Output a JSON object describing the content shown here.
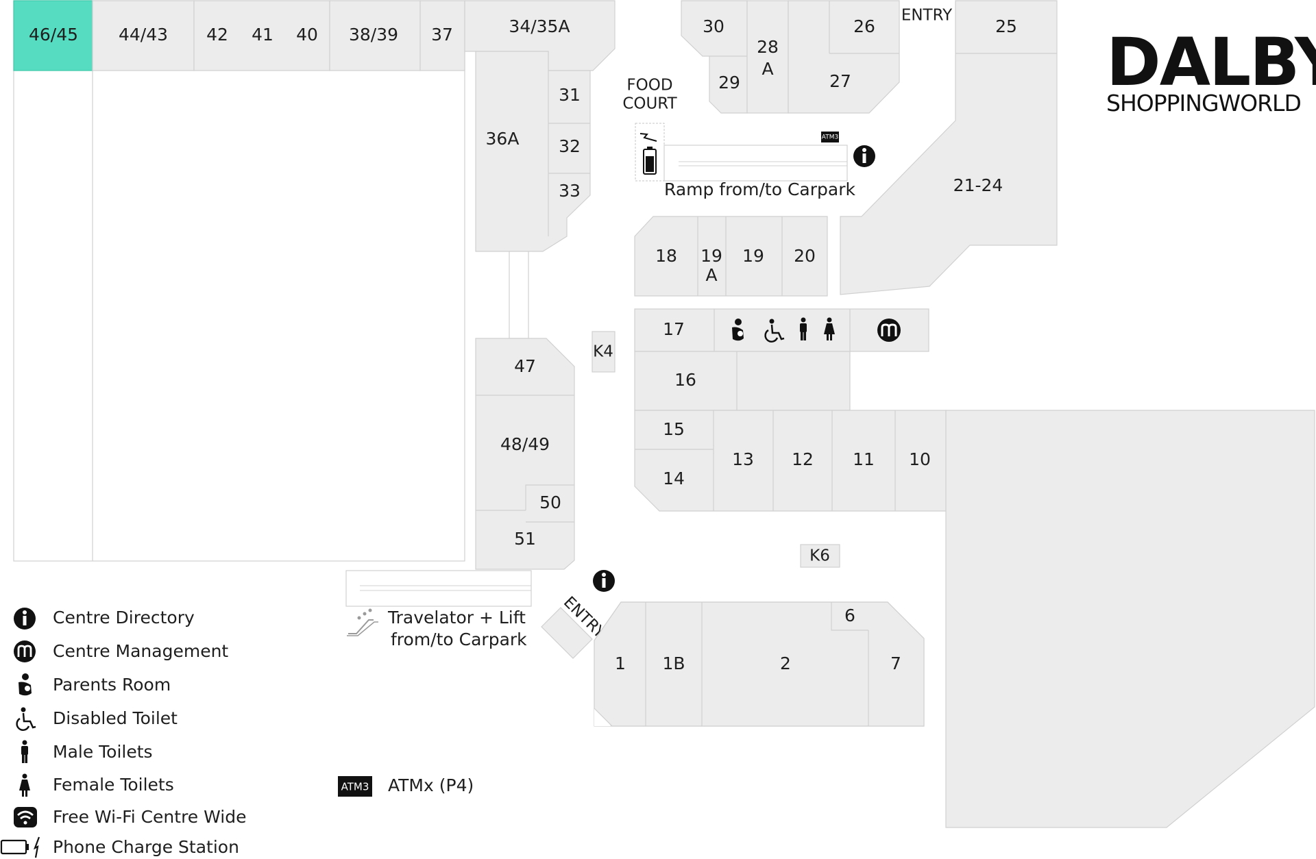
{
  "logo": {
    "main": "DALBY",
    "sub": "SHOPPINGWORLD"
  },
  "shops": {
    "s4645": "46/45",
    "s4443": "44/43",
    "s42": "42",
    "s41": "41",
    "s40": "40",
    "s3839": "38/39",
    "s37": "37",
    "s3435a": "34/35A",
    "s30": "30",
    "s28a_1": "28",
    "s28a_2": "A",
    "s29": "29",
    "s26": "26",
    "s27": "27",
    "s25": "25",
    "s31": "31",
    "s32": "32",
    "s33": "33",
    "s36a": "36A",
    "s2124": "21-24",
    "s18": "18",
    "s19a_1": "19",
    "s19a_2": "A",
    "s19": "19",
    "s20": "20",
    "s17": "17",
    "s16": "16",
    "s15": "15",
    "s14": "14",
    "s13": "13",
    "s12": "12",
    "s11": "11",
    "s10": "10",
    "s47": "47",
    "s4849": "48/49",
    "s50": "50",
    "s51": "51",
    "k4": "K4",
    "k6": "K6",
    "s1": "1",
    "s1b": "1B",
    "s2": "2",
    "s6": "6",
    "s7": "7"
  },
  "labels": {
    "entry_top": "ENTRY",
    "entry_bottom": "ENTRY",
    "food_court_1": "FOOD",
    "food_court_2": "COURT",
    "ramp": "Ramp from/to Carpark",
    "travelator_1": "Travelator + Lift",
    "travelator_2": "from/to Carpark",
    "atm_badge": "ATM3",
    "atm_label": "ATMx (P4)"
  },
  "legend": [
    {
      "icon": "info-icon",
      "label": "Centre Directory"
    },
    {
      "icon": "management-icon",
      "label": "Centre Management"
    },
    {
      "icon": "parents-room-icon",
      "label": "Parents Room"
    },
    {
      "icon": "disabled-toilet-icon",
      "label": "Disabled Toilet"
    },
    {
      "icon": "male-toilet-icon",
      "label": "Male Toilets"
    },
    {
      "icon": "female-toilet-icon",
      "label": "Female Toilets"
    },
    {
      "icon": "wifi-icon",
      "label": "Free Wi-Fi Centre Wide"
    },
    {
      "icon": "phone-charge-icon",
      "label": "Phone Charge Station"
    }
  ],
  "colors": {
    "highlight": "#56dcc0",
    "shop": "#ececec",
    "outline": "#d0d0d0"
  }
}
